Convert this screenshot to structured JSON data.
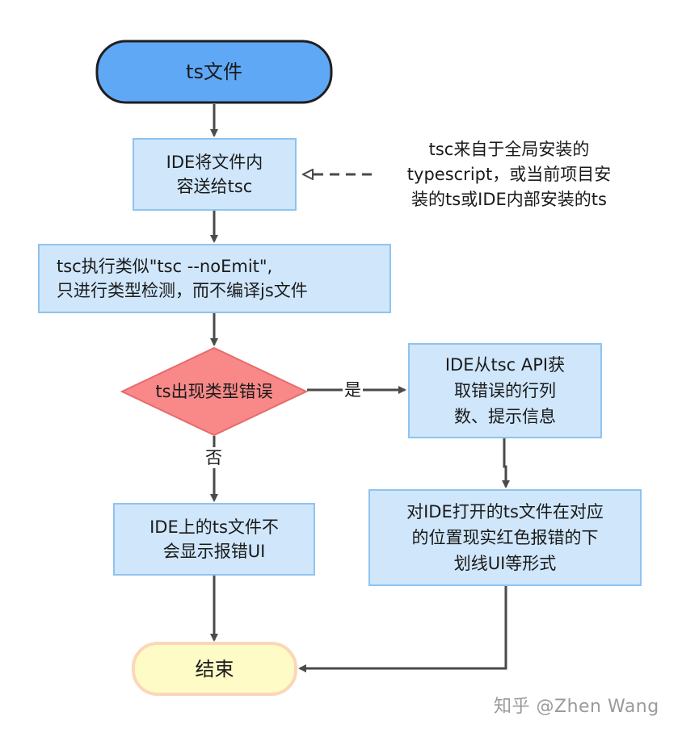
{
  "nodes": {
    "start": "ts文件",
    "send_to_tsc": [
      "IDE将文件内",
      "容送给tsc"
    ],
    "tsc_check": [
      "tsc执行类似\"tsc --noEmit\",",
      "只进行类型检测，而不编译js文件"
    ],
    "decision": "ts出现类型错误",
    "get_errors": [
      "IDE从tsc API获",
      "取错误的行列",
      "数、提示信息"
    ],
    "show_errors": [
      "对IDE打开的ts文件在对应",
      "的位置现实红色报错的下",
      "划线UI等形式"
    ],
    "no_error_ui": [
      "IDE上的ts文件不",
      "会显示报错UI"
    ],
    "end": "结束"
  },
  "note": [
    "tsc来自于全局安装的",
    "typescript，或当前项目安",
    "装的ts或IDE内部安装的ts"
  ],
  "edge_labels": {
    "yes": "是",
    "no": "否"
  },
  "watermark": "知乎 @Zhen Wang",
  "colors": {
    "start_fill": "#5fa8f5",
    "box_fill": "#cfe6fb",
    "box_stroke": "#8fc3f0",
    "decision_fill": "#f98989",
    "decision_stroke": "#e86a6a",
    "end_fill": "#fffbc6",
    "end_stroke": "#fbd7b8",
    "edge": "#4a4a4a"
  }
}
